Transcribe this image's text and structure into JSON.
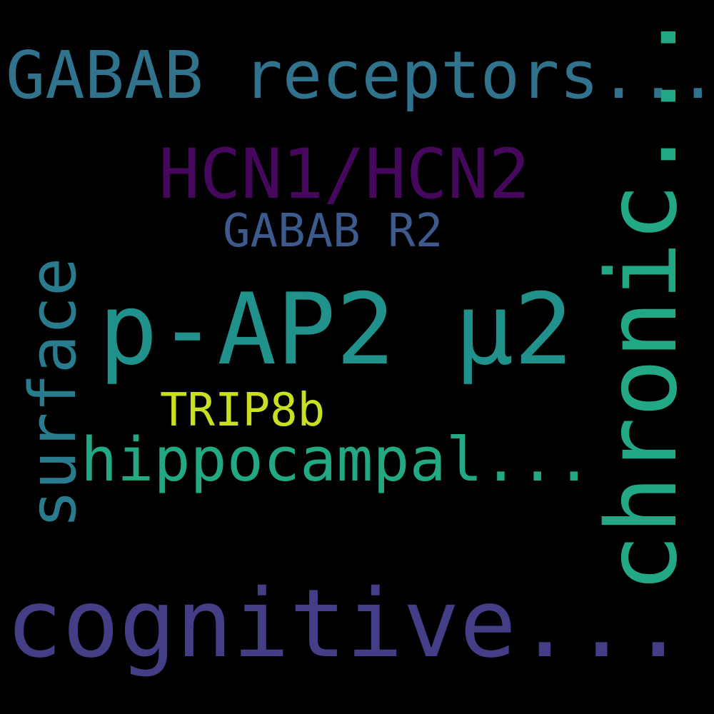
{
  "background": "#000000",
  "words": [
    {
      "key": "gabab_receptors",
      "text": "GABAB receptors...",
      "color": "#31728d",
      "orientation": "horizontal"
    },
    {
      "key": "hcn",
      "text": "HCN1/HCN2",
      "color": "#46085c",
      "orientation": "horizontal"
    },
    {
      "key": "gabab_r2",
      "text": "GABAB R2",
      "color": "#3c5a8c",
      "orientation": "horizontal"
    },
    {
      "key": "p_ap2",
      "text": "p-AP2 μ2",
      "color": "#21918c",
      "orientation": "horizontal"
    },
    {
      "key": "trip8b",
      "text": "TRIP8b",
      "color": "#c9e020",
      "orientation": "horizontal"
    },
    {
      "key": "hippocampal",
      "text": "hippocampal...",
      "color": "#23a884",
      "orientation": "horizontal"
    },
    {
      "key": "cognitive",
      "text": "cognitive...",
      "color": "#433e85",
      "orientation": "horizontal"
    },
    {
      "key": "surface",
      "text": "surface",
      "color": "#297b8e",
      "orientation": "vertical"
    },
    {
      "key": "chronic",
      "text": "chronic...",
      "color": "#22a884",
      "orientation": "vertical"
    }
  ]
}
